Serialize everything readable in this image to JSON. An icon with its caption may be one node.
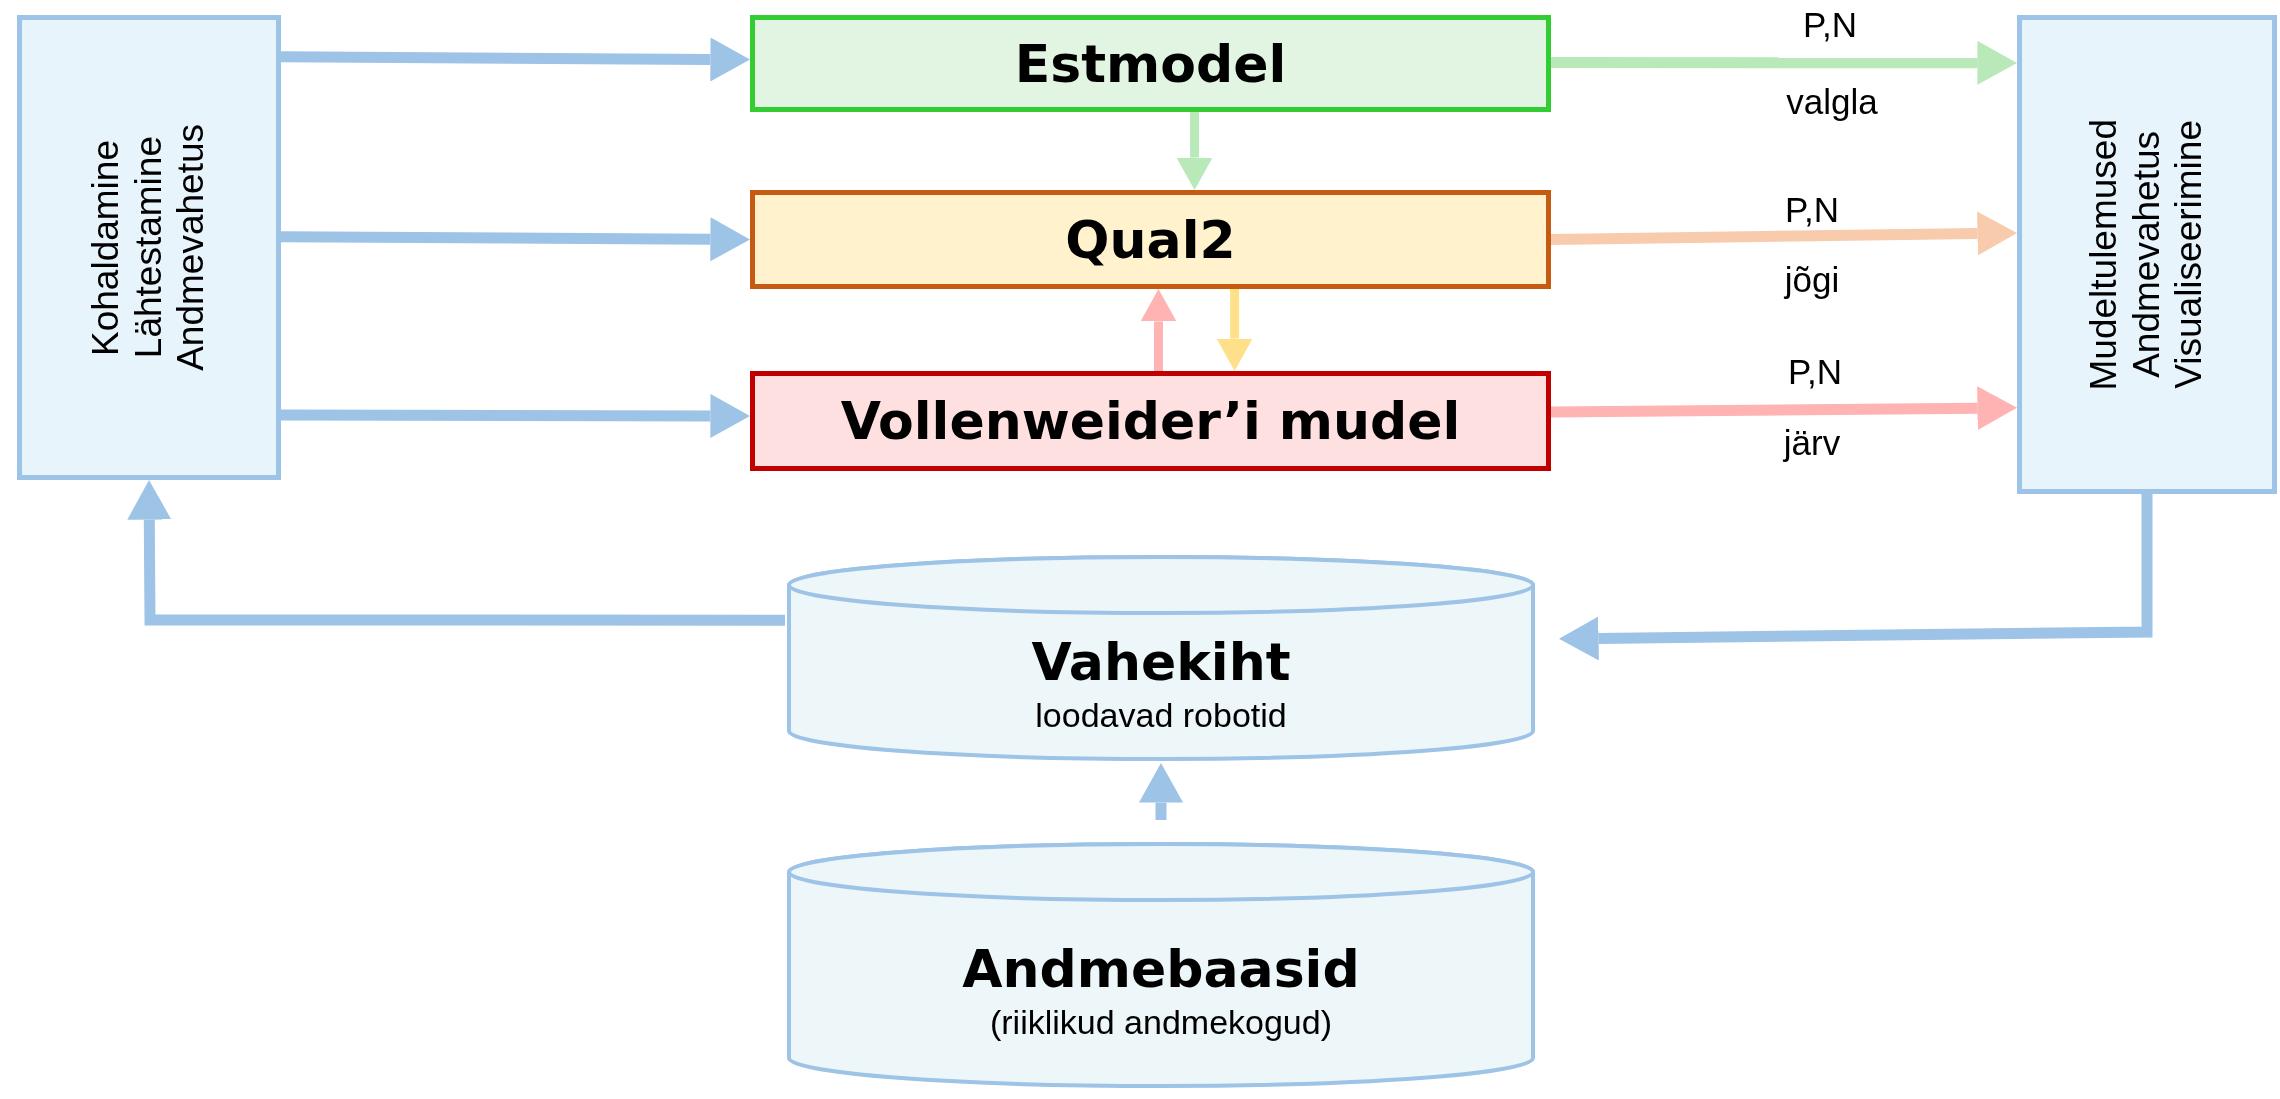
{
  "diagram": {
    "nodes": [
      {
        "text": [
          "Kohaldamine",
          "Lähtestamine",
          "Andmevahetus"
        ]
      },
      {
        "text": [
          "Estmodel"
        ]
      },
      {
        "text": [
          "Qual2"
        ]
      },
      {
        "text": [
          "Vollenweider’i mudel"
        ]
      },
      {
        "text": [
          "Mudeltulemused",
          "Andmevahetus",
          "Visualiseerimine"
        ]
      },
      {
        "text": [
          "Vahekiht",
          "loodavad robotid"
        ]
      },
      {
        "text": [
          "Andmebaasid",
          "(riiklikud andmekogud)"
        ]
      }
    ],
    "edges": [
      {
        "from": 0,
        "to": 1,
        "arrow": "to"
      },
      {
        "from": 0,
        "to": 2,
        "arrow": "to"
      },
      {
        "from": 0,
        "to": 3,
        "arrow": "to"
      },
      {
        "from": 1,
        "to": 2,
        "arrow": "to",
        "color": "#b9e8b9"
      },
      {
        "from": 3,
        "to": 2,
        "arrow": "to",
        "color": "#ffb3b3"
      },
      {
        "from": 2,
        "to": 3,
        "arrow": "to",
        "color": "#ffe08a"
      },
      {
        "from": 1,
        "to": 4,
        "arrow": "to",
        "label": "P,N",
        "color": "#b9e8b9"
      },
      {
        "from": 2,
        "to": 4,
        "arrow": "to",
        "label": "P,N",
        "color": "#f8cbad"
      },
      {
        "from": 3,
        "to": 4,
        "arrow": "to",
        "label": "P,N",
        "color": "#ffb3b3"
      },
      {
        "from": 4,
        "to": 5,
        "arrow": "to"
      },
      {
        "from": 5,
        "to": 0,
        "arrow": "to"
      },
      {
        "from": 6,
        "to": 5,
        "arrow": "to"
      }
    ],
    "labels": [
      "valgla",
      "jõgi",
      "järv"
    ]
  }
}
